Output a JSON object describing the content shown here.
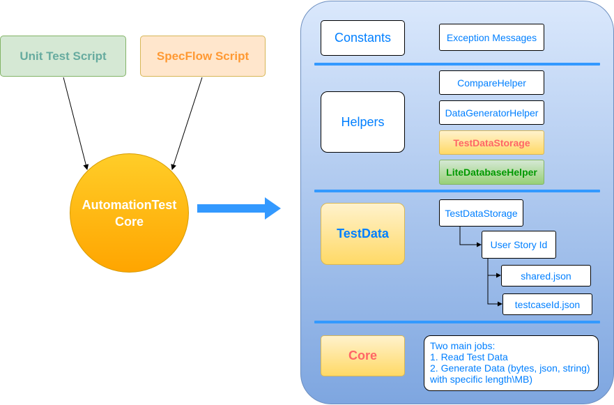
{
  "sources": {
    "unit_test": "Unit Test Script",
    "specflow": "SpecFlow Script"
  },
  "core_node": {
    "line1": "AutomationTest",
    "line2": "Core"
  },
  "sections": {
    "constants": {
      "title": "Constants",
      "items": [
        "Exception Messages"
      ]
    },
    "helpers": {
      "title": "Helpers",
      "items": [
        "CompareHelper",
        "DataGeneratorHelper",
        "TestDataStorage",
        "LiteDatabaseHelper"
      ]
    },
    "testdata": {
      "title": "TestData",
      "tree": {
        "root": "TestDataStorage",
        "child": "User Story Id",
        "leaves": [
          "shared.json",
          "testcaseId.json"
        ]
      }
    },
    "core": {
      "title": "Core",
      "jobs": [
        "Two main jobs:",
        "1. Read Test Data",
        "2. Generate Data (bytes, json, string)",
        "with specific length\\MB)"
      ]
    }
  },
  "colors": {
    "accent_blue": "#007fff",
    "arrow_blue": "#3399ff",
    "core_title_red": "#ff6666",
    "helper_green": "#009900"
  }
}
